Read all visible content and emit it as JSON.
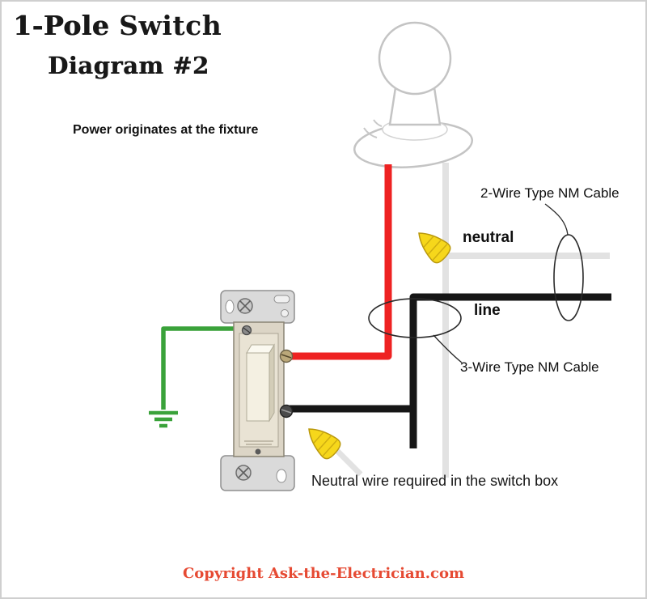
{
  "title": {
    "line1_strong": "1-Pole",
    "line1_rest": " Switch",
    "line2": "Diagram #2",
    "subtitle": "Power originates at the fixture"
  },
  "labels": {
    "cable_2wire": "2-Wire Type NM Cable",
    "neutral": "neutral",
    "line": "line",
    "cable_3wire": "3-Wire Type NM Cable",
    "switch_box_note": "Neutral wire required in the switch box"
  },
  "footer": {
    "copyright": "Copyright Ask-the-Electrician.com"
  },
  "colors": {
    "red_wire": "#ee2222",
    "black_wire": "#161616",
    "white_wire": "#e2e2e2",
    "green_wire": "#3aa23a",
    "wire_nut": "#f6d71b",
    "annotation": "#2a2a2a",
    "copyright_text": "#e64a33"
  },
  "diagram": {
    "type": "wiring-diagram",
    "components": [
      "light-fixture",
      "single-pole-toggle-switch",
      "wire-nut-neutral-junction",
      "wire-nut-switch-box",
      "ground-symbol",
      "2-wire-nm-cable-marker",
      "3-wire-nm-cable-marker"
    ]
  }
}
